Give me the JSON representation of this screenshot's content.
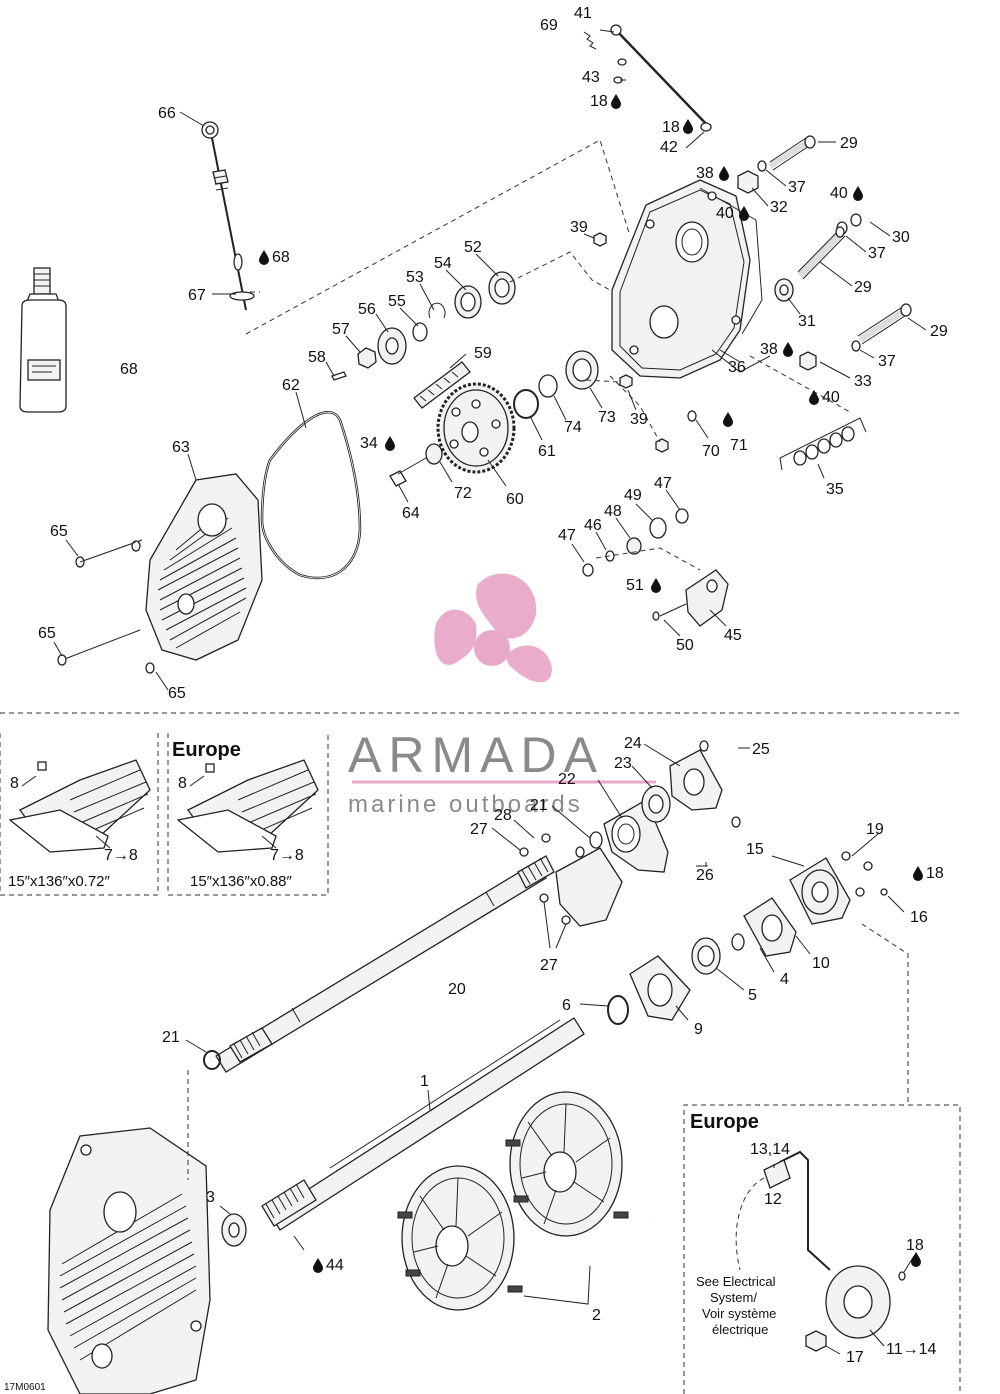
{
  "labels": {
    "p69": "69",
    "p41": "41",
    "p43": "43",
    "p18a": "18",
    "p18b": "18",
    "p42": "42",
    "p29a": "29",
    "p38a": "38",
    "p37a": "37",
    "p40a": "40",
    "p32": "32",
    "p40b": "40",
    "p30": "30",
    "p37b": "37",
    "p29b": "29",
    "p31": "31",
    "p29c": "29",
    "p38b": "38",
    "p37c": "37",
    "p33": "33",
    "p40c": "40",
    "p36": "36",
    "p35": "35",
    "p66": "66",
    "p68a": "68",
    "p67": "67",
    "p68b": "68",
    "p39a": "39",
    "p52": "52",
    "p54": "54",
    "p53": "53",
    "p56": "56",
    "p55": "55",
    "p57": "57",
    "p58": "58",
    "p59": "59",
    "p62": "62",
    "p63": "63",
    "p34": "34",
    "p72": "72",
    "p60": "60",
    "p61": "61",
    "p74": "74",
    "p73": "73",
    "p39b": "39",
    "p70": "70",
    "p71": "71",
    "p64": "64",
    "p65a": "65",
    "p65b": "65",
    "p65c": "65",
    "p47a": "47",
    "p49": "49",
    "p48": "48",
    "p46": "46",
    "p47b": "47",
    "p51": "51",
    "p50": "50",
    "p45": "45",
    "p24": "24",
    "p25": "25",
    "p23": "23",
    "p22": "22",
    "p28": "28",
    "p21a": "21",
    "p27a": "27",
    "p26": "26",
    "p27b": "27",
    "p15": "15",
    "p19": "19",
    "p18c": "18",
    "p16": "16",
    "p10": "10",
    "p4": "4",
    "p5": "5",
    "p9": "9",
    "p6": "6",
    "p20": "20",
    "p21b": "21",
    "p1": "1",
    "p3": "3",
    "p44": "44",
    "p2": "2",
    "p1314": "13,14",
    "p12": "12",
    "p18d": "18",
    "p17": "17",
    "p1114": "11→14",
    "p8a": "8",
    "p78a": "7→8",
    "p8b": "8",
    "p78b": "7→8"
  },
  "inset_left": {
    "size": "15″x136″x0.72″"
  },
  "inset_mid": {
    "title": "Europe",
    "size": "15″x136″x0.88″"
  },
  "inset_right": {
    "title": "Europe",
    "note_line1": "See Electrical",
    "note_line2": "System/",
    "note_line3": "Voir système",
    "note_line4": "électrique"
  },
  "watermark": {
    "brand": "ARMADA",
    "tagline": "marine outboards"
  },
  "footer": {
    "code": "17M0601"
  },
  "colors": {
    "watermark_pink": "#e8a8c8",
    "watermark_gray": "#8a8a8a",
    "ink": "#222222"
  }
}
